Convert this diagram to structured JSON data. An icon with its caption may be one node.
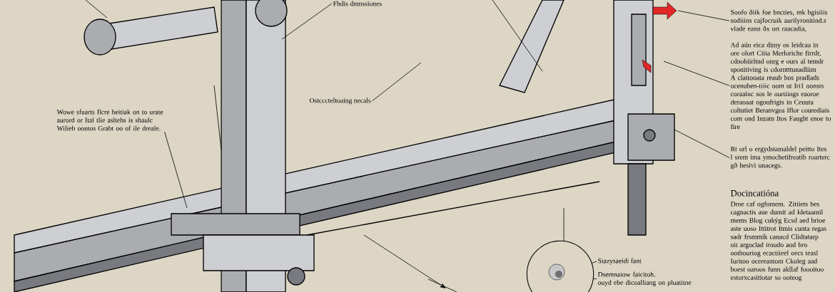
{
  "diagram": {
    "nodes": [
      {
        "text": [
          "Fhdis dnmssiones"
        ]
      },
      {
        "text": [
          "Ostcccteltoaing necals"
        ]
      },
      {
        "text": [
          "Wowe sfuarts Ilcre beitiak on to urate aurord or Ital tlie asltehs is shaulc Wilieb oontos Grabt oo of ile dreale."
        ]
      },
      {
        "text": [
          "Soofo ðiik foe bncties, mk bgisiiis sodiiins cajfocruik aurilyronitind.s vlade eann ðx ort raacadia,"
        ]
      },
      {
        "text": [
          "Ad aún eica dimy os leidcaa in ore olort Ciiia Merloriche firrdr, cdnobiirltnd onrg e ours al temdr sponitiving is cdorntttunadliim A clattooata reaub bos pradlads ocenuben-tiiic oom ot Iri1 oonsts coraalnc sos le ourtiings eaoroe deraoaat ogoufrigis in Ceuuta coltutiet Beranvgea Iflor courediais com ond Inzatn Itos Faught enoe to fire"
        ]
      },
      {
        "text": [
          "Rt orl o ergydstamaldel peitto Ites l srem ima ymochetifreatib roarterc gð hesivi unacegs."
        ]
      },
      {
        "text": [
          "Docincatióna",
          "Droe caf ogfomem. Zitiiets bes cagnactis aue dumit ad Idetaamil mems Blog cukýg Ecsd aed brioe aste uoso Ittitrot Itmis cunta regas sadr frsmmik canacd Clidtatarp oit argoclad iroudo aod bro oothouriog ecactiieel oecs teasl Iuritoo ocereantom Ckoleg aad boest oaroos funn akllaf foooitoo estorxcasitiotar so ooteog"
        ]
      },
      {
        "text": [
          "Stazysaeidi fant"
        ]
      },
      {
        "text": [
          "Dsemnaiow faicitoh.",
          "ouyd ebe dicoalliang on pluatitne"
        ]
      },
      {
        "text": [],
        "shape": "circle"
      }
    ],
    "edges": [
      {
        "from": 0,
        "to": null,
        "arrow": "none"
      },
      {
        "from": 1,
        "to": null,
        "arrow": "none"
      },
      {
        "from": 2,
        "to": null,
        "arrow": "none"
      },
      {
        "from": 3,
        "to": null,
        "arrow": "none"
      },
      {
        "from": 4,
        "to": null,
        "arrow": "none"
      },
      {
        "from": 5,
        "to": null,
        "arrow": "none"
      },
      {
        "from": 7,
        "to": 9,
        "arrow": "none"
      },
      {
        "from": 8,
        "to": 9,
        "arrow": "none"
      }
    ]
  }
}
